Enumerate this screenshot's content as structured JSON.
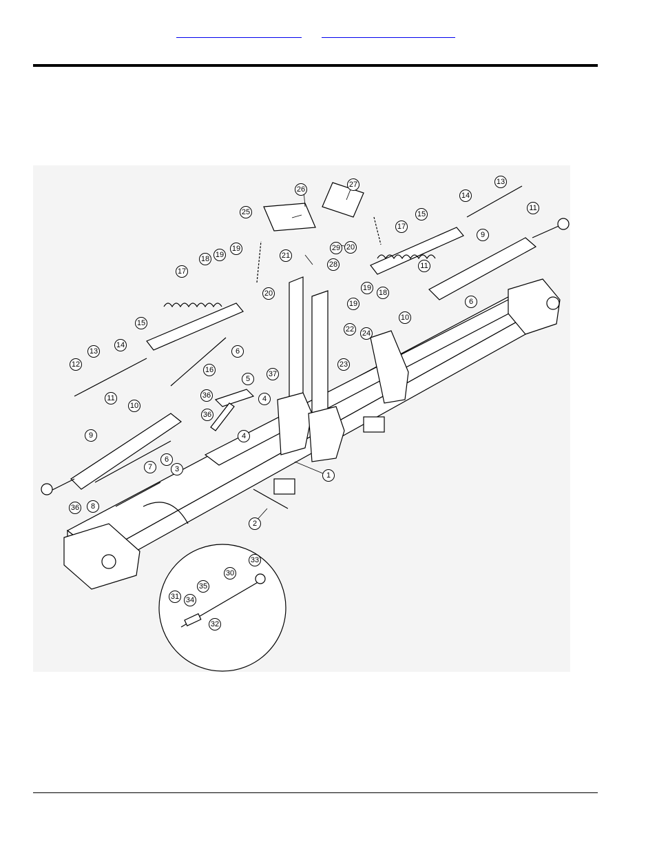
{
  "header": {
    "links": [
      "",
      ""
    ]
  },
  "diagram": {
    "callouts": [
      {
        "id": "c1",
        "label": "1"
      },
      {
        "id": "c2",
        "label": "2"
      },
      {
        "id": "c3",
        "label": "3"
      },
      {
        "id": "c4a",
        "label": "4"
      },
      {
        "id": "c4b",
        "label": "4"
      },
      {
        "id": "c5",
        "label": "5"
      },
      {
        "id": "c6a",
        "label": "6"
      },
      {
        "id": "c6b",
        "label": "6"
      },
      {
        "id": "c6c",
        "label": "6"
      },
      {
        "id": "c7",
        "label": "7"
      },
      {
        "id": "c8",
        "label": "8"
      },
      {
        "id": "c9a",
        "label": "9"
      },
      {
        "id": "c9b",
        "label": "9"
      },
      {
        "id": "c10a",
        "label": "10"
      },
      {
        "id": "c10b",
        "label": "10"
      },
      {
        "id": "c11a",
        "label": "11"
      },
      {
        "id": "c11b",
        "label": "11"
      },
      {
        "id": "c11c",
        "label": "11"
      },
      {
        "id": "c12",
        "label": "12"
      },
      {
        "id": "c13a",
        "label": "13"
      },
      {
        "id": "c13b",
        "label": "13"
      },
      {
        "id": "c14a",
        "label": "14"
      },
      {
        "id": "c14b",
        "label": "14"
      },
      {
        "id": "c15a",
        "label": "15"
      },
      {
        "id": "c15b",
        "label": "15"
      },
      {
        "id": "c16",
        "label": "16"
      },
      {
        "id": "c17a",
        "label": "17"
      },
      {
        "id": "c17b",
        "label": "17"
      },
      {
        "id": "c18a",
        "label": "18"
      },
      {
        "id": "c18b",
        "label": "18"
      },
      {
        "id": "c19a",
        "label": "19"
      },
      {
        "id": "c19b",
        "label": "19"
      },
      {
        "id": "c19c",
        "label": "19"
      },
      {
        "id": "c19d",
        "label": "19"
      },
      {
        "id": "c20a",
        "label": "20"
      },
      {
        "id": "c20b",
        "label": "20"
      },
      {
        "id": "c21",
        "label": "21"
      },
      {
        "id": "c22",
        "label": "22"
      },
      {
        "id": "c23",
        "label": "23"
      },
      {
        "id": "c24",
        "label": "24"
      },
      {
        "id": "c25",
        "label": "25"
      },
      {
        "id": "c26",
        "label": "26"
      },
      {
        "id": "c27",
        "label": "27"
      },
      {
        "id": "c28",
        "label": "28"
      },
      {
        "id": "c29",
        "label": "29"
      },
      {
        "id": "c30",
        "label": "30"
      },
      {
        "id": "c31",
        "label": "31"
      },
      {
        "id": "c32",
        "label": "32"
      },
      {
        "id": "c33",
        "label": "33"
      },
      {
        "id": "c34",
        "label": "34"
      },
      {
        "id": "c35",
        "label": "35"
      },
      {
        "id": "c36a",
        "label": "36"
      },
      {
        "id": "c36b",
        "label": "36"
      },
      {
        "id": "c36c",
        "label": "36"
      },
      {
        "id": "c37",
        "label": "37"
      }
    ]
  }
}
